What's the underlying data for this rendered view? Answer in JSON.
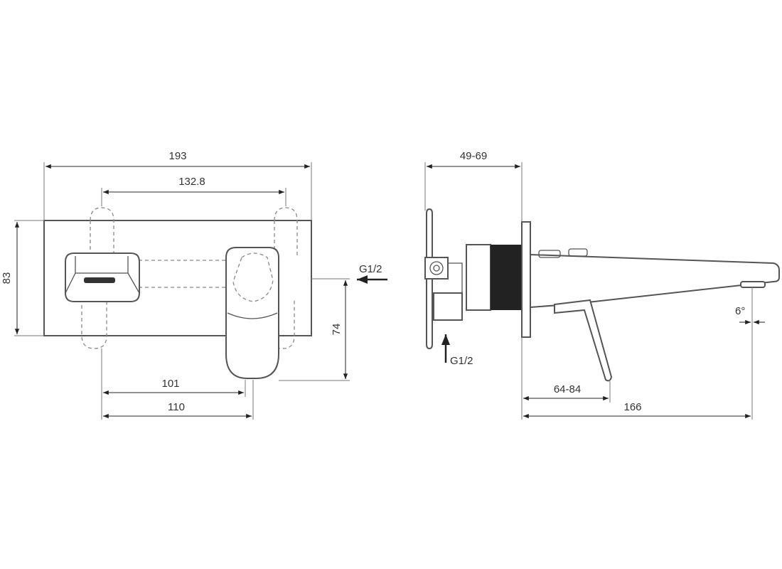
{
  "front_view": {
    "width_overall": "193",
    "hole_spacing": "132.8",
    "height_plate": "83",
    "spout_drop": "74",
    "to_lever": "101",
    "to_lever_edge": "110",
    "inlet_label": "G1/2"
  },
  "side_view": {
    "wall_depth": "49-69",
    "lever_reach": "64-84",
    "spout_length": "166",
    "spout_angle": "6°",
    "inlet_label": "G1/2"
  }
}
